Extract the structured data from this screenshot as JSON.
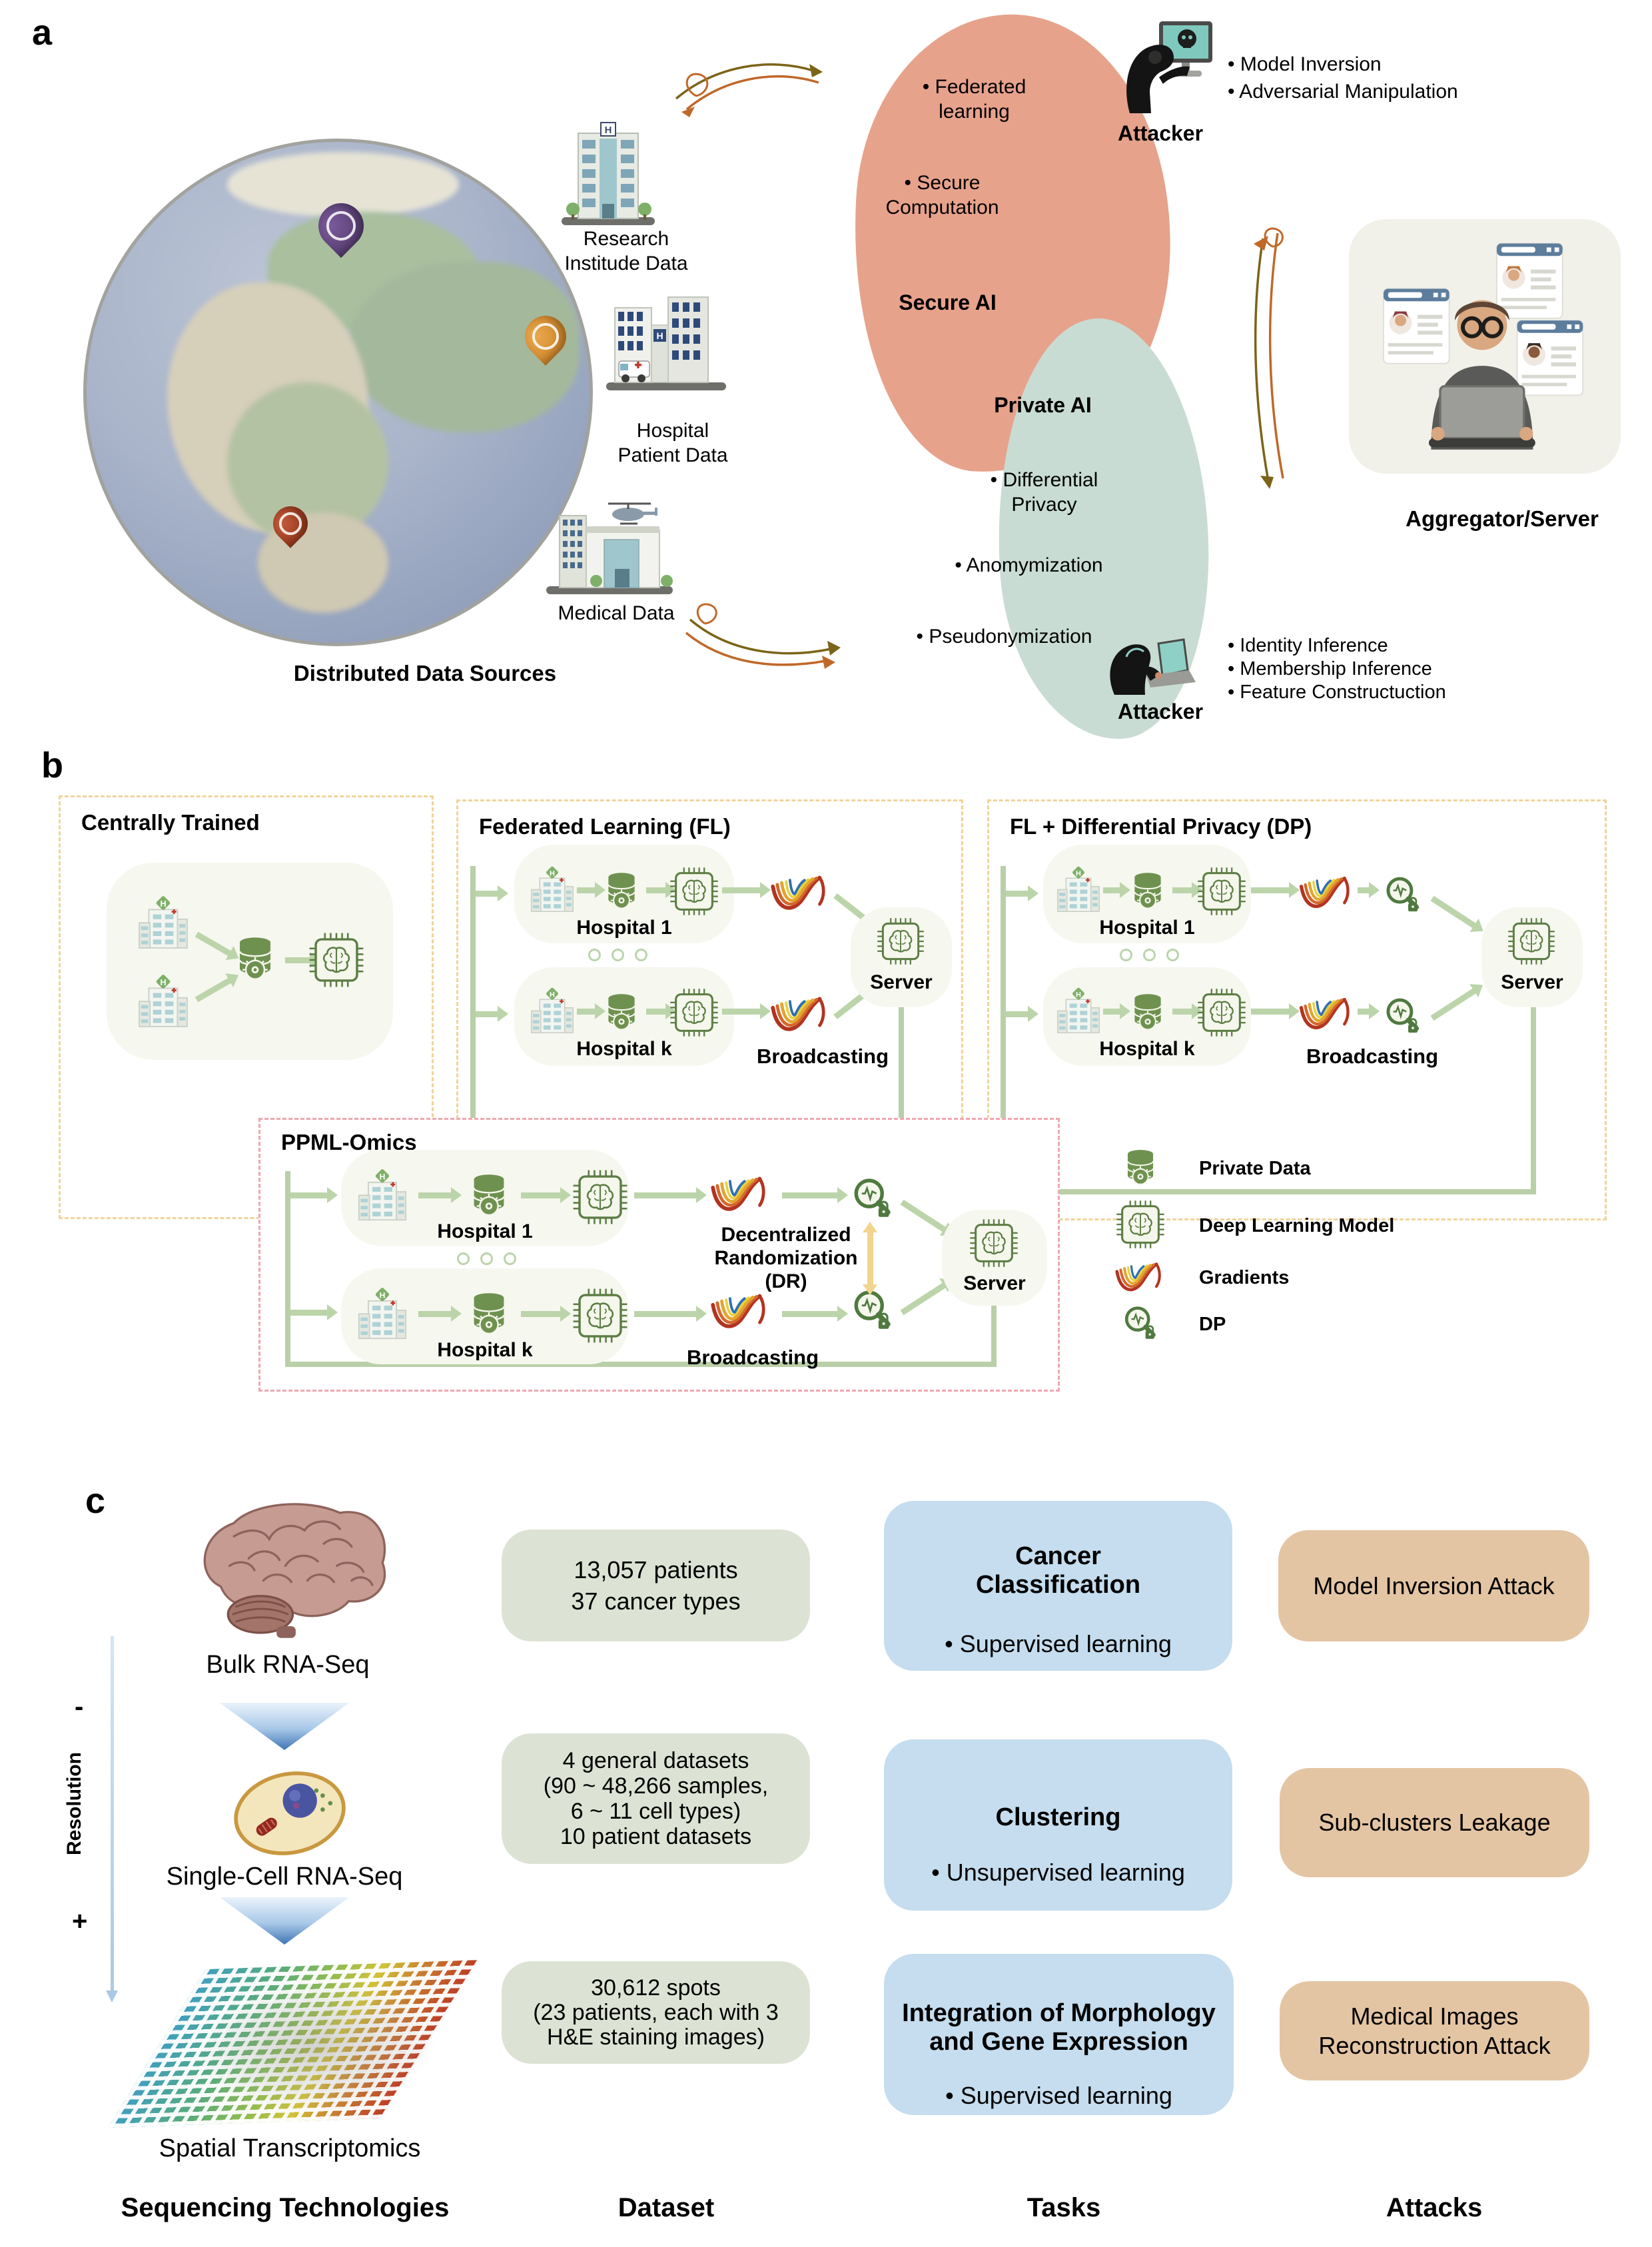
{
  "panel_a": {
    "label": "a",
    "globe_caption": "Distributed Data Sources",
    "sources": [
      {
        "label": "Research\nInstitude Data"
      },
      {
        "label": "Hospital\nPatient Data"
      },
      {
        "label": "Medical Data"
      }
    ],
    "secure_ai": {
      "title": "Secure AI",
      "item1": "• Federated\nlearning",
      "item2": "• Secure\nComputation"
    },
    "private_ai": {
      "title": "Private AI",
      "item1": "• Differential\nPrivacy",
      "item2": "• Anomymization",
      "item3": "• Pseudonymization"
    },
    "attacker_top": {
      "label": "Attacker",
      "bullets": "• Model Inversion\n• Adversarial Manipulation"
    },
    "attacker_bottom": {
      "label": "Attacker",
      "bullets": "• Identity Inference\n• Membership Inference\n• Feature Constructuction"
    },
    "aggregator_label": "Aggregator/Server"
  },
  "panel_b": {
    "label": "b",
    "centrally_trained": {
      "title": "Centrally Trained"
    },
    "fl": {
      "title": "Federated Learning (FL)",
      "hospital_1": "Hospital 1",
      "hospital_k": "Hospital k",
      "broadcasting": "Broadcasting",
      "server": "Server"
    },
    "fl_dp": {
      "title": "FL + Differential Privacy (DP)",
      "hospital_1": "Hospital 1",
      "hospital_k": "Hospital k",
      "broadcasting": "Broadcasting",
      "server": "Server"
    },
    "ppml": {
      "title": "PPML-Omics",
      "hospital_1": "Hospital 1",
      "hospital_k": "Hospital k",
      "dr": "Decentralized\nRandomization\n(DR)",
      "broadcasting": "Broadcasting",
      "server": "Server"
    },
    "legend": {
      "private_data": "Private Data",
      "dl_model": "Deep Learning Model",
      "gradients": "Gradients",
      "dp": "DP"
    }
  },
  "panel_c": {
    "label": "c",
    "resolution": {
      "label": "Resolution",
      "minus": "-",
      "plus": "+"
    },
    "seq": {
      "bulk": "Bulk RNA-Seq",
      "sc": "Single-Cell RNA-Seq",
      "st": "Spatial Transcriptomics"
    },
    "datasets": {
      "d1": "13,057 patients\n37 cancer types",
      "d2": "4 general datasets\n(90 ~ 48,266 samples,\n6 ~ 11 cell types)\n10 patient datasets",
      "d3": "30,612 spots\n(23 patients, each with 3\nH&E staining images)"
    },
    "tasks": {
      "t1_title": "Cancer\nClassification",
      "t1_bullet": "• Supervised learning",
      "t2_title": "Clustering",
      "t2_bullet": "• Unsupervised learning",
      "t3_title": "Integration of Morphology\nand Gene Expression",
      "t3_bullet": "• Supervised learning"
    },
    "attacks": {
      "a1": "Model Inversion Attack",
      "a2": "Sub-clusters Leakage",
      "a3": "Medical Images\nReconstruction Attack"
    },
    "headers": {
      "seq": "Sequencing Technologies",
      "dataset": "Dataset",
      "tasks": "Tasks",
      "attacks": "Attacks"
    }
  },
  "colors": {
    "secure_ai_blob": "#e7a28c",
    "private_ai_blob": "#c8dcd3",
    "dataset_box": "#dde3d4",
    "task_box": "#c5ddee",
    "attack_box": "#e4c5a3",
    "icon_green": "#5c7d44",
    "arrow_green": "#bcd4aa",
    "fl_border": "#f0d49a",
    "ppml_border": "#efa6b0"
  }
}
